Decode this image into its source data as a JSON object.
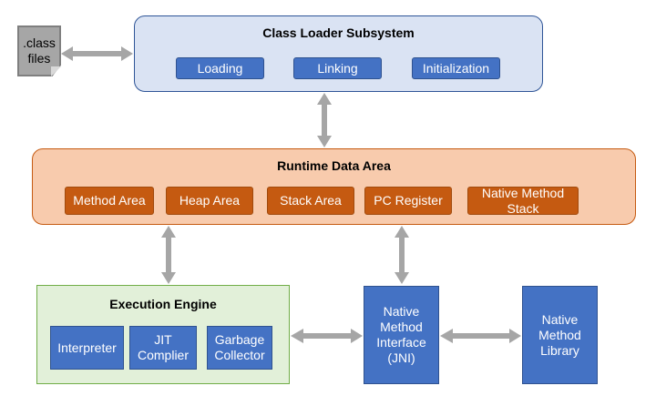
{
  "class_file": {
    "label": ".class\nfiles"
  },
  "class_loader": {
    "title": "Class Loader Subsystem",
    "items": [
      "Loading",
      "Linking",
      "Initialization"
    ]
  },
  "runtime_data_area": {
    "title": "Runtime Data Area",
    "items": [
      "Method Area",
      "Heap Area",
      "Stack Area",
      "PC Register",
      "Native Method\nStack"
    ]
  },
  "execution_engine": {
    "title": "Execution Engine",
    "items": [
      "Interpreter",
      "JIT\nComplier",
      "Garbage\nCollector"
    ]
  },
  "jni": {
    "label": "Native\nMethod\nInterface\n(JNI)"
  },
  "native_library": {
    "label": "Native\nMethod\nLibrary"
  },
  "colors": {
    "loader_fill": "#dae3f3",
    "runtime_fill": "#f8cbad",
    "engine_fill": "#e2f0d9",
    "blue": "#4472c4",
    "orange": "#c55a11",
    "arrow": "#a6a6a6"
  }
}
